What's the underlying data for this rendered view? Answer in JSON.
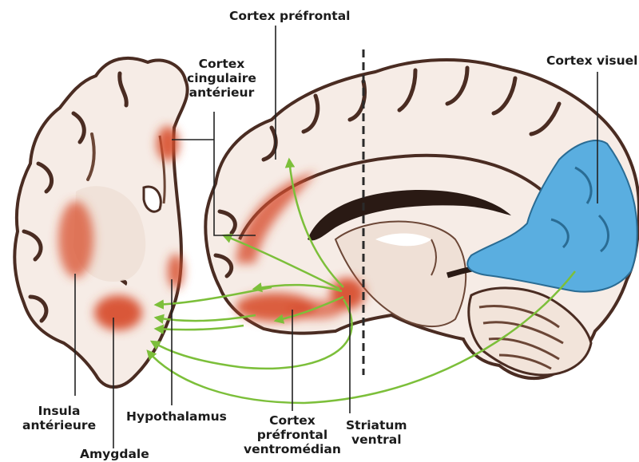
{
  "labels": {
    "cortex_prefrontal": "Cortex préfrontal",
    "cortex_cingulaire": [
      "Cortex",
      "cingulaire",
      "antérieur"
    ],
    "cortex_visuel": "Cortex visuel",
    "insula": [
      "Insula",
      "antérieure"
    ],
    "amygdale": "Amygdale",
    "hypothalamus": "Hypothalamus",
    "cortex_vm": [
      "Cortex",
      "préfrontal",
      "ventromédian"
    ],
    "striatum": [
      "Striatum",
      "ventral"
    ]
  },
  "colors": {
    "tissue": "#f6ece6",
    "white_matter": "#efe0d6",
    "sulcus": "#4a2c22",
    "activation_red": "#d8502e",
    "visual_blue": "#5aaee0",
    "arrow_green": "#7cbf3a",
    "leader_line": "#222222"
  }
}
